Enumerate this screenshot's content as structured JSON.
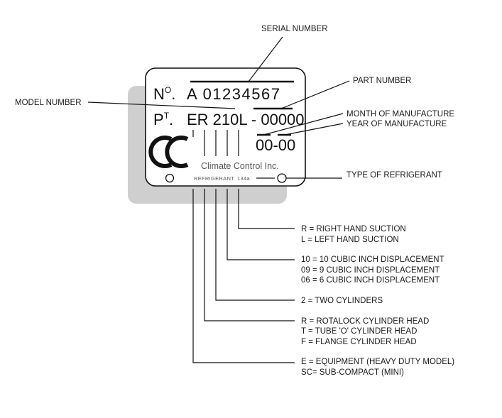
{
  "callouts": {
    "serial_number": "SERIAL NUMBER",
    "part_number": "PART NUMBER",
    "model_number": "MODEL NUMBER",
    "month_of_manufacture": "MONTH OF MANUFACTURE",
    "year_of_manufacture": "YEAR OF MANUFACTURE",
    "type_of_refrigerant": "TYPE OF REFRIGERANT"
  },
  "plate": {
    "no_prefix": "N",
    "no_sup": "O",
    "no_dot": ".",
    "serial_value": "A 01234567",
    "pt_prefix": "P",
    "pt_sup": "T",
    "pt_dot": ".",
    "part_value": "ER 210L - 00000",
    "date_value": "00-00",
    "company": "Climate  Control  Inc.",
    "refrigerant_label": "REFRIGERANT",
    "refrigerant_value": "134a"
  },
  "legend": {
    "suction": [
      "R  = RIGHT HAND SUCTION",
      "L   = LEFT HAND SUCTION"
    ],
    "displacement": [
      "10 = 10 CUBIC INCH DISPLACEMENT",
      "09 = 9 CUBIC INCH DISPLACEMENT",
      "06 = 6 CUBIC INCH DISPLACEMENT"
    ],
    "cylinders": [
      "2   = TWO CYLINDERS"
    ],
    "head": [
      "R  = ROTALOCK CYLINDER HEAD",
      "T   = TUBE 'O' CYLINDER HEAD",
      "F   = FLANGE CYLINDER HEAD"
    ],
    "model": [
      "E   = EQUIPMENT (HEAVY DUTY MODEL)",
      "SC= SUB-COMPACT (MINI)"
    ]
  },
  "colors": {
    "shadow": "#cfcfcf",
    "ink": "#111111",
    "muted": "#555555"
  }
}
